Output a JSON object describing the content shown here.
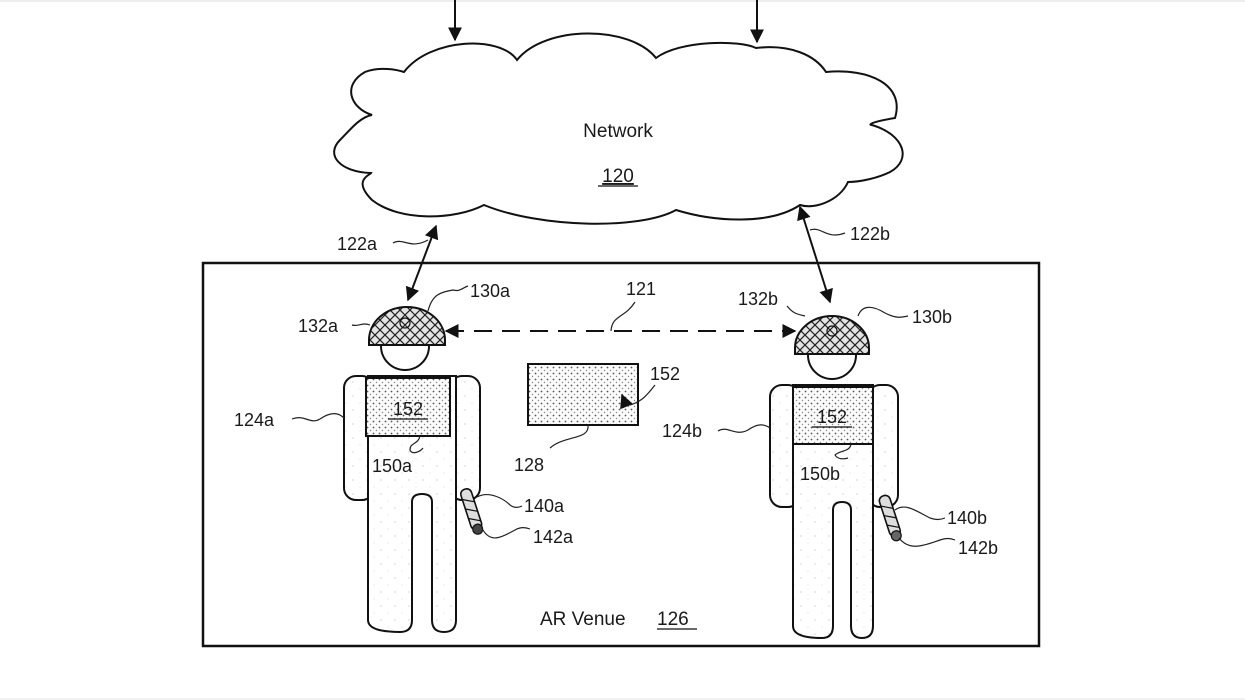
{
  "figure": {
    "network": {
      "label": "Network",
      "ref": "120"
    },
    "links": {
      "network_link_a": "122a",
      "network_link_b": "122b",
      "peer_link": "121"
    },
    "venue": {
      "label": "AR Venue",
      "ref": "126"
    },
    "display": {
      "ref": "128",
      "content_ref": "152"
    },
    "users": [
      {
        "id": "a",
        "person_ref": "124a",
        "headset_ref": "130a",
        "headset_sensor_ref": "132a",
        "overlay_ref": "152",
        "torso_ref": "150a",
        "controller_ref": "140a",
        "controller_tip_ref": "142a"
      },
      {
        "id": "b",
        "person_ref": "124b",
        "headset_ref": "130b",
        "headset_sensor_ref": "132b",
        "overlay_ref": "152",
        "torso_ref": "150b",
        "controller_ref": "140b",
        "controller_tip_ref": "142b"
      }
    ]
  }
}
